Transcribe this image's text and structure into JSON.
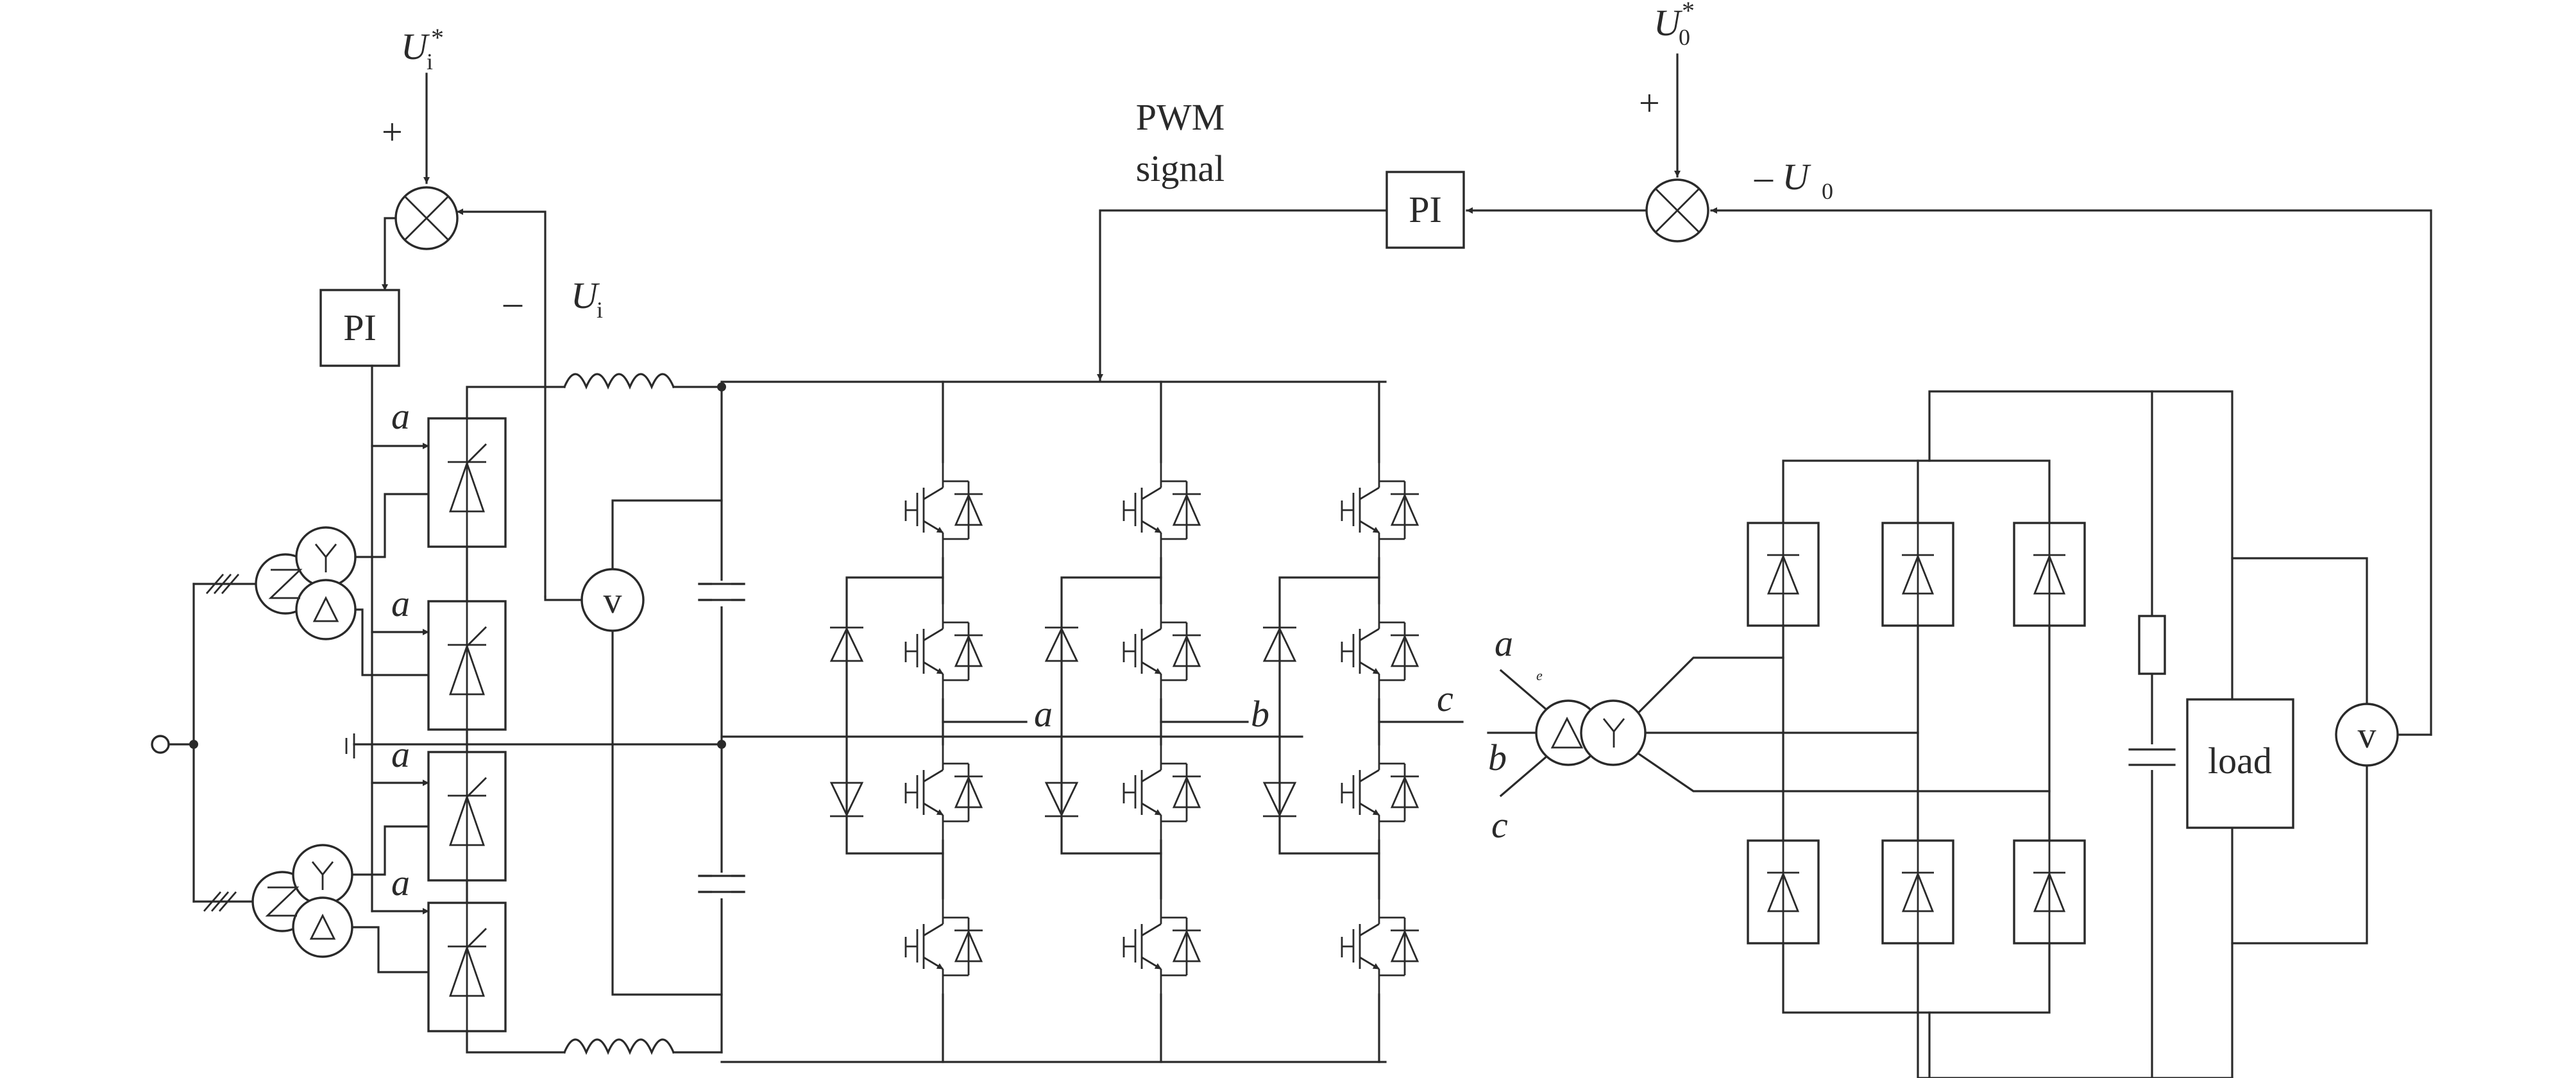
{
  "labels": {
    "ui_ref": "U",
    "ui_ref_sub": "i",
    "ui_ref_sup": "*",
    "ui_fb": "U",
    "ui_fb_sub": "i",
    "u0_ref": "U",
    "u0_ref_sub": "0",
    "u0_ref_sup": "*",
    "u0_fb": "– U",
    "u0_fb_sub": "0",
    "plus": "+",
    "minus": "–",
    "pwm_line1": "PWM",
    "pwm_line2": "signal",
    "pi": "PI",
    "load": "load",
    "voltmeter": "v",
    "phase_a": "a",
    "phase_b": "b",
    "phase_c": "c",
    "small_mark": "e"
  }
}
